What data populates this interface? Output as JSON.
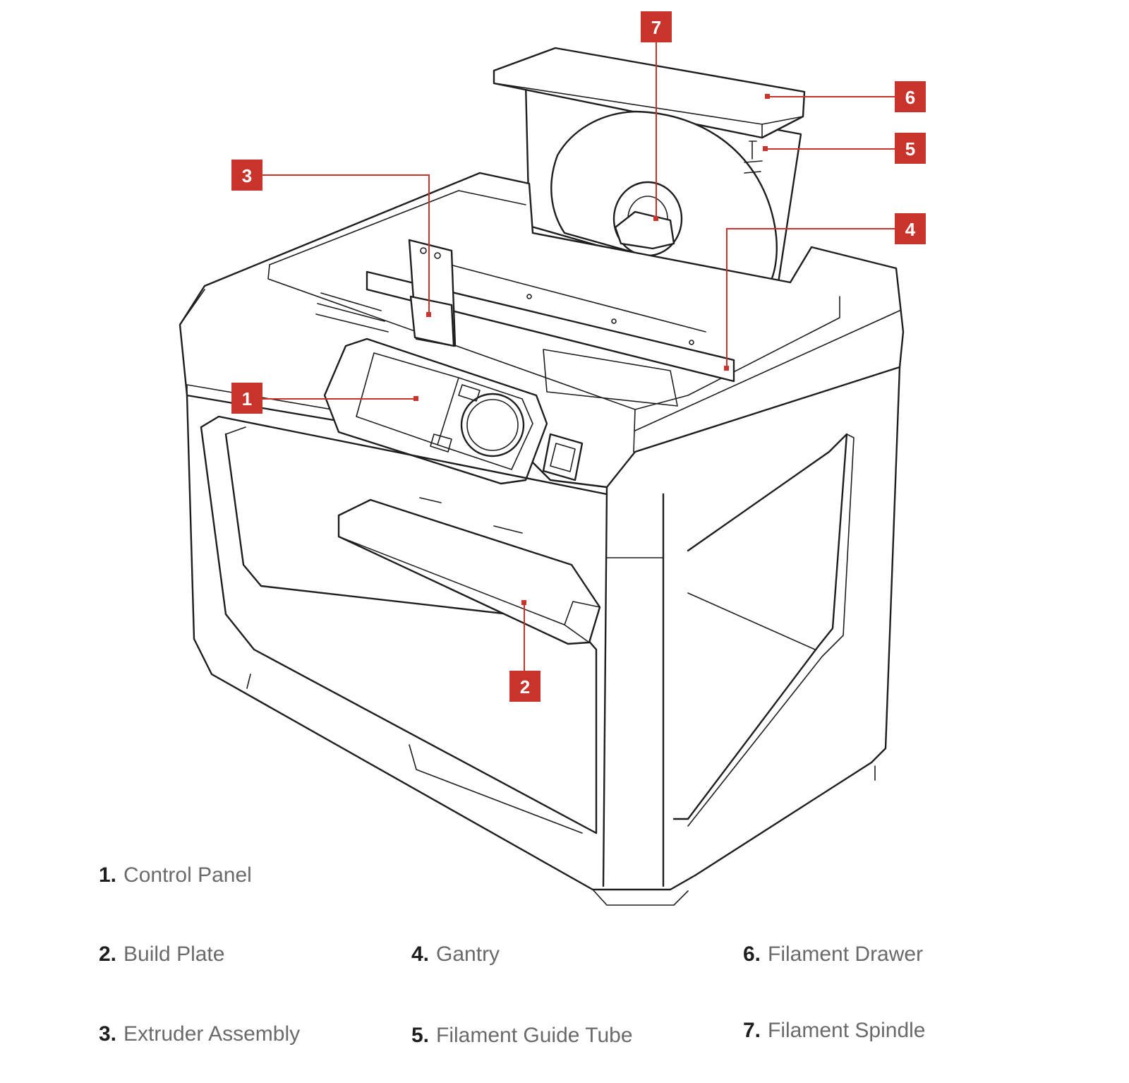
{
  "callouts": [
    {
      "number": "1",
      "label": "Control Panel"
    },
    {
      "number": "2",
      "label": "Build Plate"
    },
    {
      "number": "3",
      "label": "Extruder Assembly"
    },
    {
      "number": "4",
      "label": "Gantry"
    },
    {
      "number": "5",
      "label": "Filament Guide Tube"
    },
    {
      "number": "6",
      "label": "Filament Drawer"
    },
    {
      "number": "7",
      "label": "Filament Spindle"
    }
  ],
  "colors": {
    "accent": "#c8332c",
    "outline": "#1e1e1e",
    "label_text": "#6a6a6a"
  }
}
